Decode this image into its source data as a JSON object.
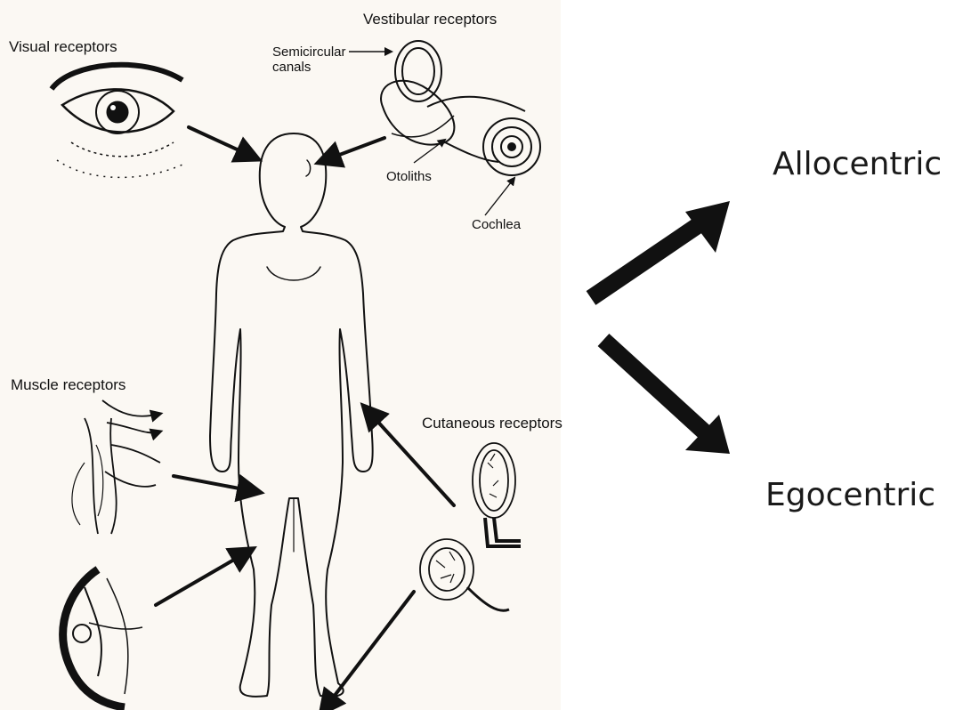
{
  "labels": {
    "visual": "Visual receptors",
    "vestibular": "Vestibular receptors",
    "semicircular": "Semicircular canals",
    "otoliths": "Otoliths",
    "cochlea": "Cochlea",
    "muscle": "Muscle receptors",
    "cutaneous": "Cutaneous receptors",
    "allocentric": "Allocentric",
    "egocentric": "Egocentric"
  },
  "colors": {
    "ink": "#111111",
    "panel": "#fbf8f3",
    "background": "#ffffff"
  }
}
